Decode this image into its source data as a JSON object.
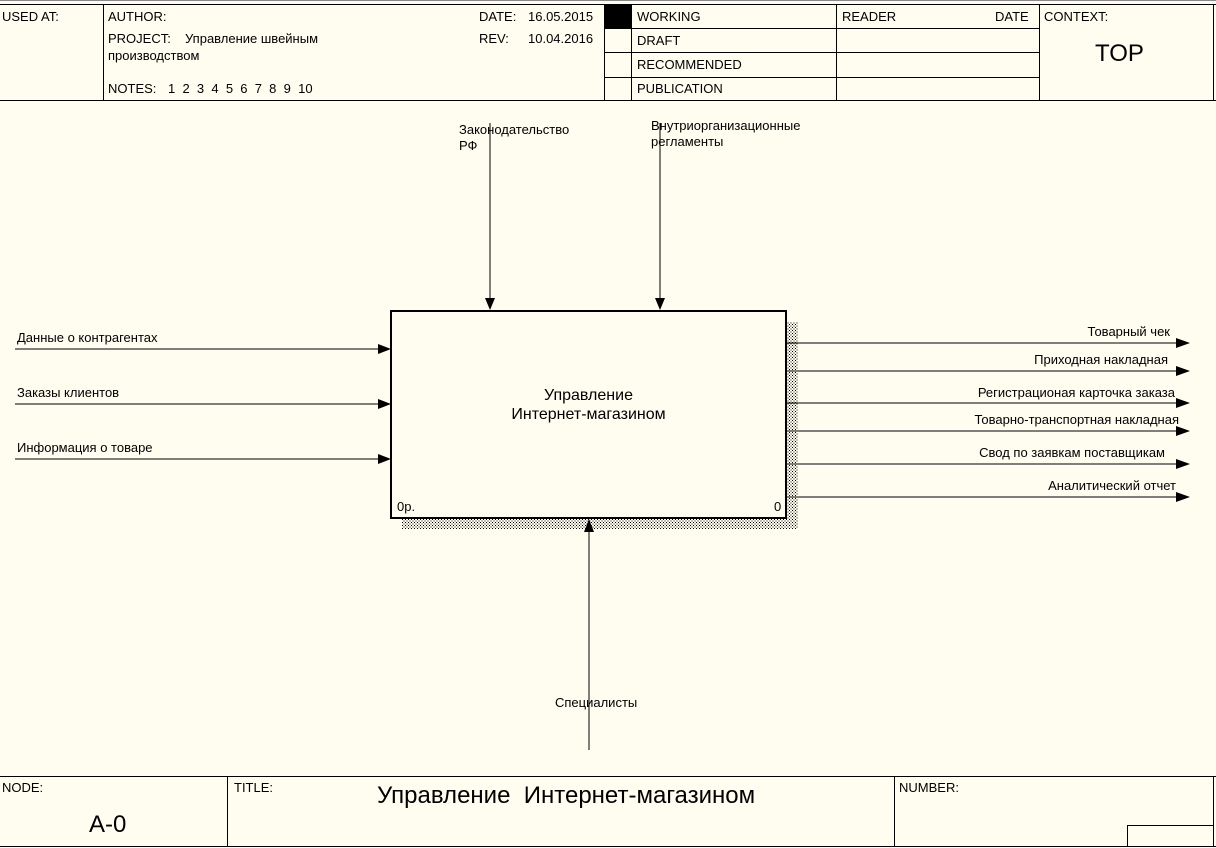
{
  "header": {
    "used_at_label": "USED AT:",
    "author_label": "AUTHOR:",
    "project_label": "PROJECT:",
    "project_value_line1": "Управление швейным",
    "project_value_line2": "производством",
    "notes_label": "NOTES:",
    "notes_values": "1  2  3  4  5  6  7  8  9  10",
    "date_label": "DATE:",
    "date_value": "16.05.2015",
    "rev_label": "REV:",
    "rev_value": "10.04.2016",
    "status_working": "WORKING",
    "status_draft": "DRAFT",
    "status_recommended": "RECOMMENDED",
    "status_publication": "PUBLICATION",
    "reader_label": "READER",
    "reader_date_label": "DATE",
    "context_label": "CONTEXT:",
    "context_value": "TOP"
  },
  "diagram": {
    "box": {
      "title_line1": "Управление",
      "title_line2": "Интернет-магазином",
      "cost": "0р.",
      "number": "0"
    },
    "controls": [
      {
        "line1": "Законодательство",
        "line2": "РФ"
      },
      {
        "line1": "Внутриорганизационные",
        "line2": "регламенты"
      }
    ],
    "inputs": [
      "Данные о контрагентах",
      "Заказы клиентов",
      "Информация о товаре"
    ],
    "outputs": [
      "Товарный чек",
      "Приходная накладная",
      "Регистрационая карточка заказа",
      "Товарно-транспортная накладная",
      "Свод по заявкам поставщикам",
      "Аналитический отчет"
    ],
    "mechanism": "Специалисты"
  },
  "footer": {
    "node_label": "NODE:",
    "node_value": "A-0",
    "title_label": "TITLE:",
    "title_value": "Управление  Интернет-магазином",
    "number_label": "NUMBER:"
  }
}
